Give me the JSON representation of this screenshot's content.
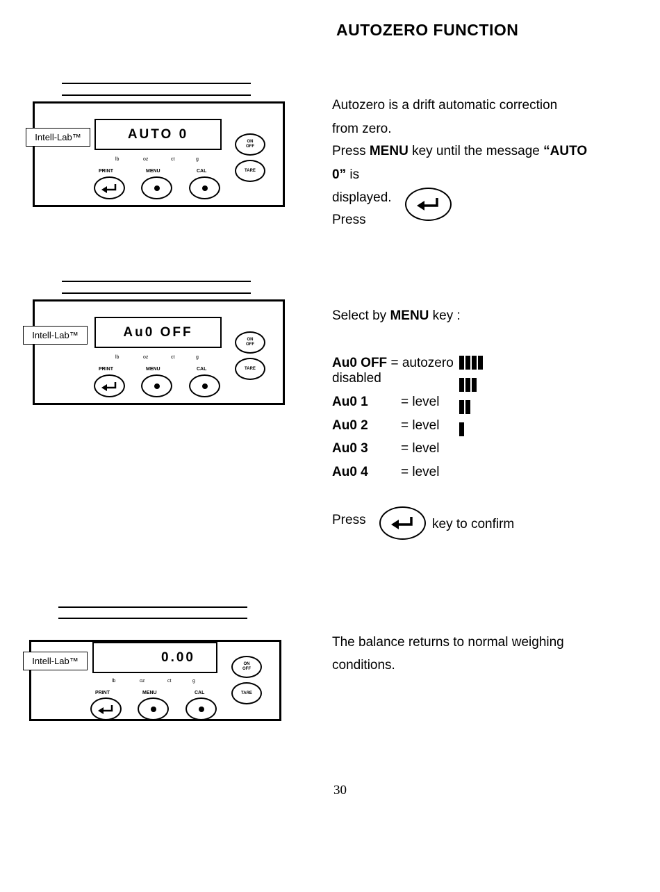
{
  "title": "AUTOZERO FUNCTION",
  "panels": [
    {
      "brand": "Intell-Lab™",
      "display": "AUTO 0",
      "units": [
        "lb",
        "oz",
        "ct",
        "g"
      ],
      "keys": [
        "PRINT",
        "MENU",
        "CAL"
      ],
      "side_keys": [
        "ON\nOFF",
        "TARE"
      ]
    },
    {
      "brand": "Intell-Lab™",
      "display": "Au0 OFF",
      "units": [
        "lb",
        "oz",
        "ct",
        "g"
      ],
      "keys": [
        "PRINT",
        "MENU",
        "CAL"
      ],
      "side_keys": [
        "ON\nOFF",
        "TARE"
      ]
    },
    {
      "brand": "Intell-Lab™",
      "display": "0.00",
      "units": [
        "lb",
        "oz",
        "ct",
        "g"
      ],
      "keys": [
        "PRINT",
        "MENU",
        "CAL"
      ],
      "side_keys": [
        "ON\nOFF",
        "TARE"
      ]
    }
  ],
  "section1": {
    "line1": "Autozero is a drift automatic correction",
    "line2": "from zero.",
    "line3_a": "Press ",
    "line3_b": "MENU",
    "line3_c": " key until the message ",
    "line3_d": "“AUTO",
    "line4_a": "0”",
    "line4_b": " is",
    "line5": "displayed.",
    "line6": "Press"
  },
  "section2": {
    "select_a": "Select by ",
    "select_b": "MENU",
    "select_c": " key :",
    "options": [
      {
        "code": "Au0 OFF",
        "desc": "= autozero"
      },
      {
        "code": "Au0 1",
        "desc": "= level"
      },
      {
        "code": "Au0 2",
        "desc": "= level"
      },
      {
        "code": "Au0 3",
        "desc": "= level"
      },
      {
        "code": "Au0 4",
        "desc": "= level"
      }
    ],
    "disabled": "disabled",
    "press": "Press",
    "confirm": "key to confirm"
  },
  "section3": {
    "line1": "The balance returns to normal weighing",
    "line2": "conditions."
  },
  "page_number": "30"
}
